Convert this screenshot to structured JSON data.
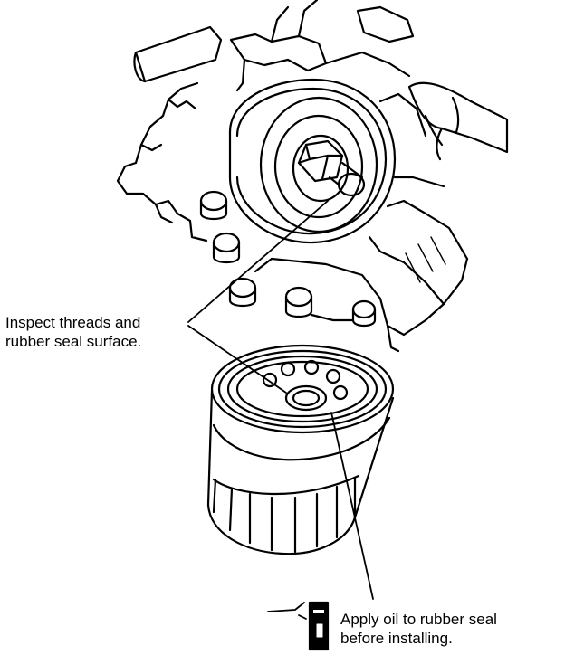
{
  "callouts": {
    "inspect": {
      "line1": "Inspect threads and",
      "line2": "rubber seal surface."
    },
    "apply": {
      "line1": "Apply oil to rubber seal",
      "line2": "before installing."
    }
  },
  "icons": [
    "engine-block-drawing-icon",
    "oil-filter-drawing-icon",
    "oil-can-icon"
  ],
  "colors": {
    "ink": "#000000",
    "paper": "#ffffff"
  }
}
